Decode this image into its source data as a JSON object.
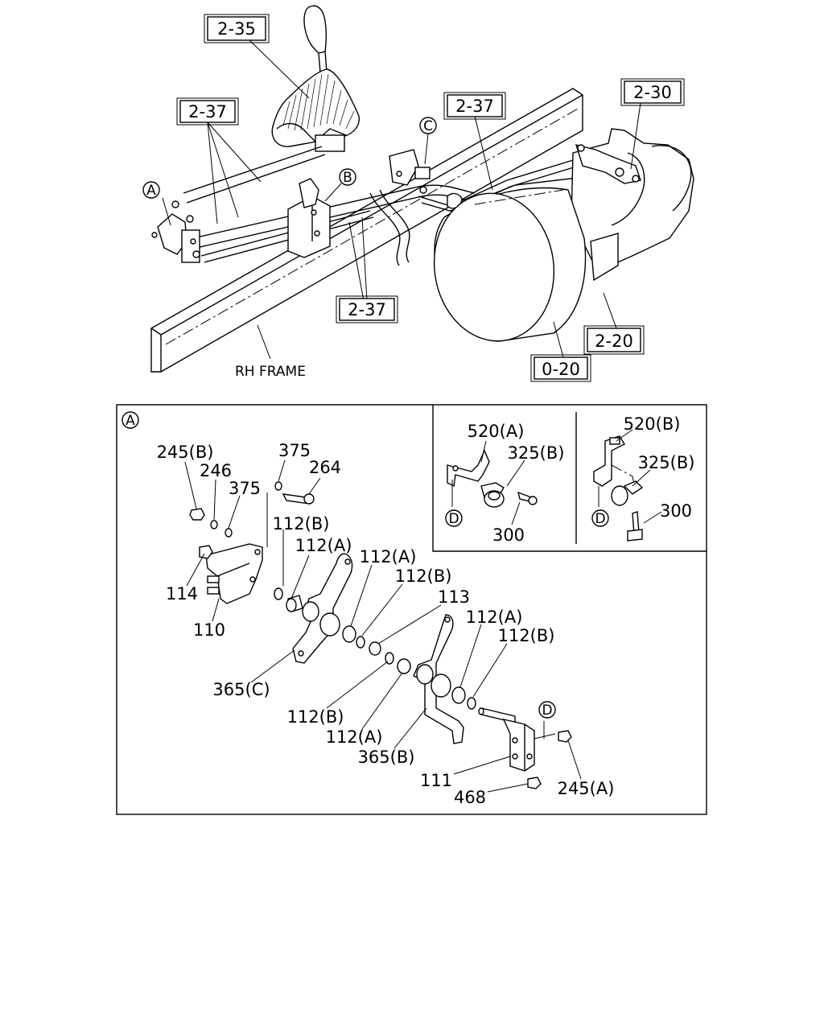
{
  "diagram": {
    "top_callouts": {
      "c235": "2-35",
      "c237_left": "2-37",
      "c237_center": "2-37",
      "c230": "2-30",
      "c237_bottom": "2-37",
      "c220": "2-20",
      "c020": "0-20"
    },
    "frame_label": "RH FRAME",
    "circle_refs": {
      "a": "A",
      "b": "B",
      "c": "C",
      "d": "D"
    },
    "detail_a": {
      "marker": "A",
      "parts": {
        "p245b": "245(B)",
        "p246": "246",
        "p375_top": "375",
        "p264": "264",
        "p375": "375",
        "p112b_1": "112(B)",
        "p112a_1": "112(A)",
        "p114": "114",
        "p110": "110",
        "p112a_2": "112(A)",
        "p112b_2": "112(B)",
        "p113": "113",
        "p112a_3": "112(A)",
        "p112b_3": "112(B)",
        "p365c": "365(C)",
        "p112b_4": "112(B)",
        "p112a_4": "112(A)",
        "p365b": "365(B)",
        "p111": "111",
        "p468": "468",
        "p245a": "245(A)"
      }
    },
    "detail_d": {
      "left": {
        "p520a": "520(A)",
        "p325b": "325(B)",
        "p300": "300"
      },
      "right": {
        "p520b": "520(B)",
        "p325b": "325(B)",
        "p300": "300"
      }
    }
  }
}
